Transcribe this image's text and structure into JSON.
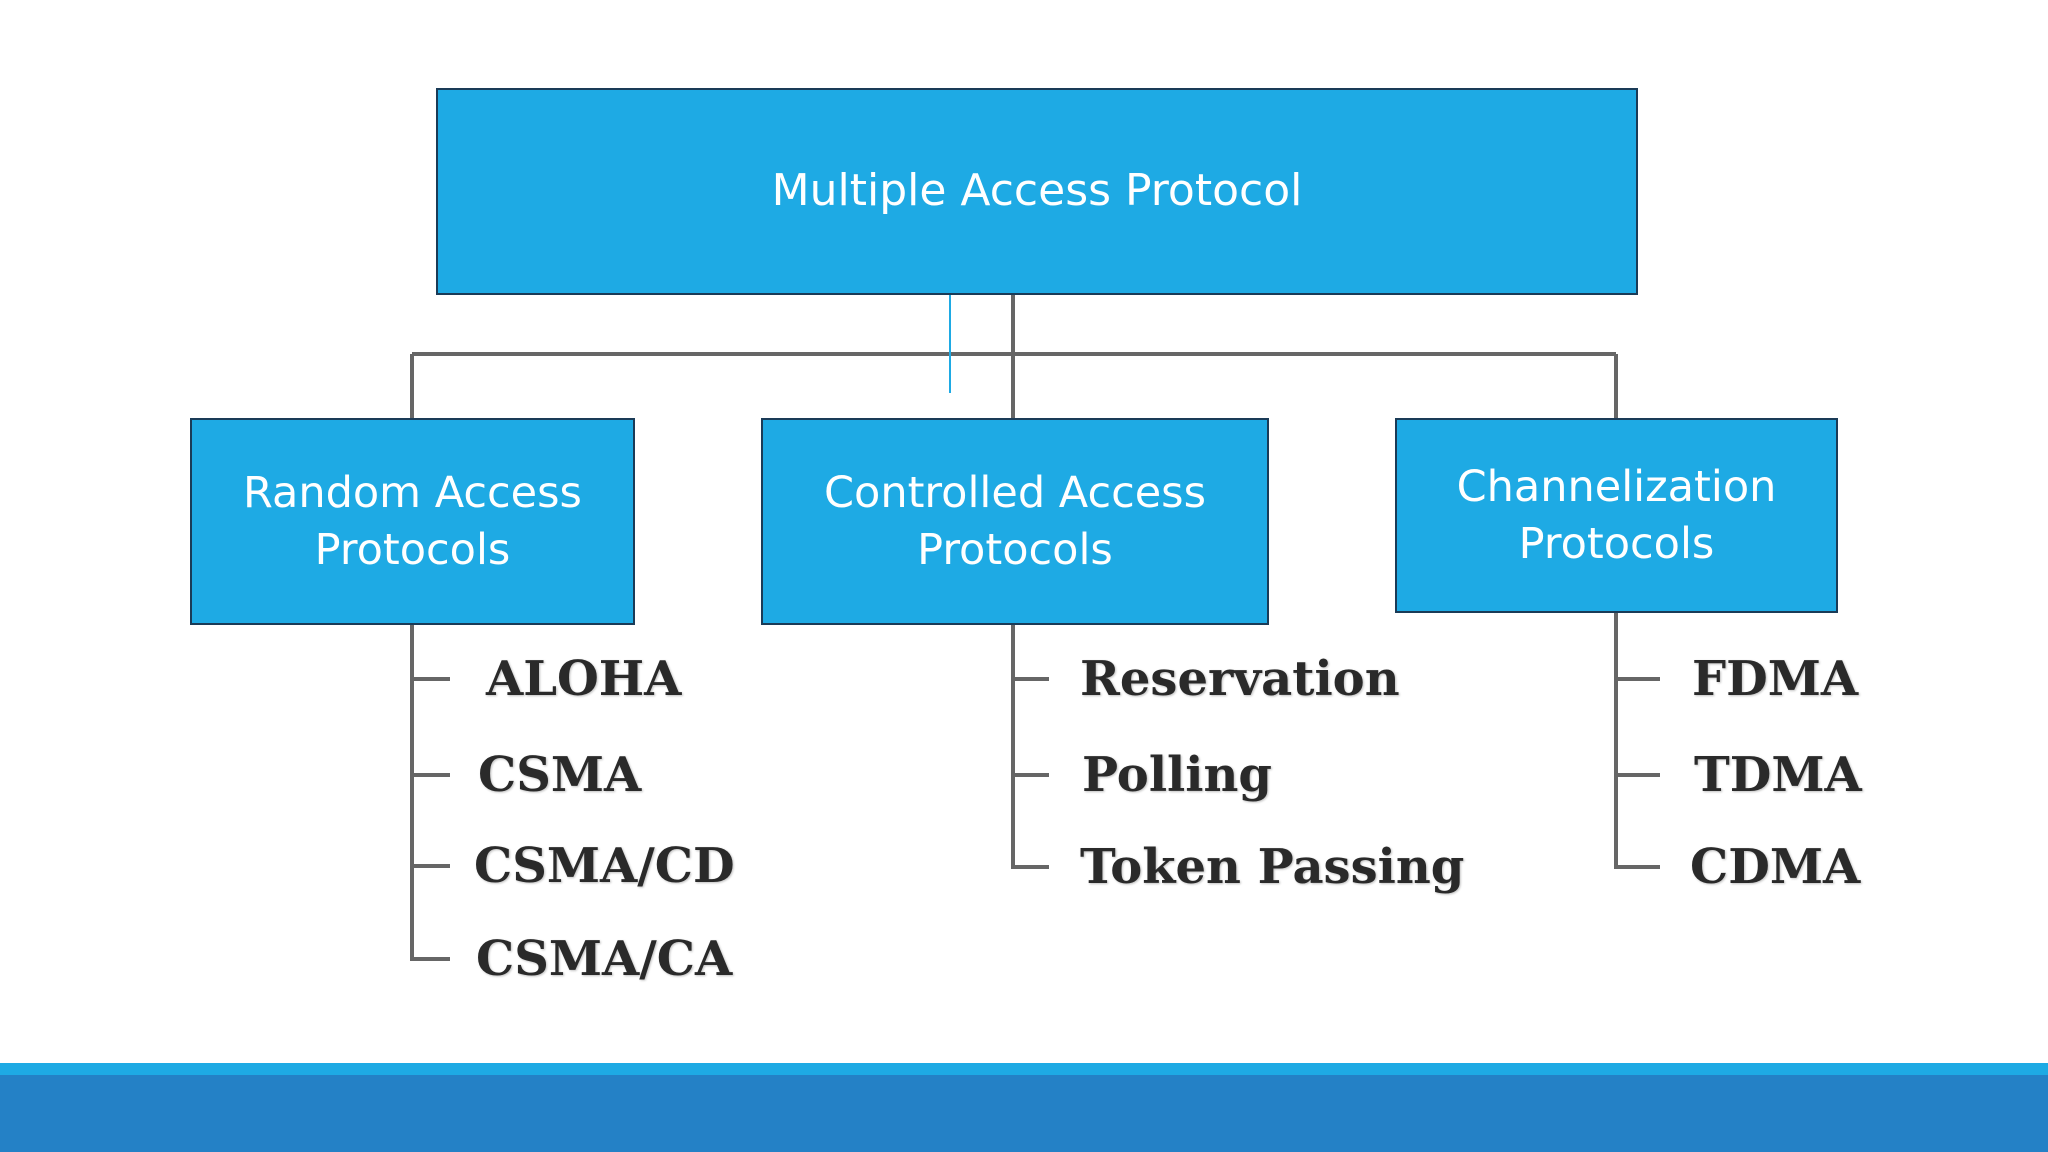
{
  "diagram": {
    "root": "Multiple Access Protocol",
    "categories": [
      {
        "line1": "Random Access",
        "line2": "Protocols",
        "items": [
          "ALOHA",
          "CSMA",
          "CSMA/CD",
          "CSMA/CA"
        ]
      },
      {
        "line1": "Controlled Access",
        "line2": "Protocols",
        "items": [
          "Reservation",
          "Polling",
          "Token Passing"
        ]
      },
      {
        "line1": "Channelization",
        "line2": "Protocols",
        "items": [
          "FDMA",
          "TDMA",
          "CDMA"
        ]
      }
    ]
  },
  "colors": {
    "box_fill": "#1eaae4",
    "box_border": "#1a3b57",
    "connector": "#666666",
    "footer_accent": "#1eaae4",
    "footer_bar": "#2481c6"
  }
}
